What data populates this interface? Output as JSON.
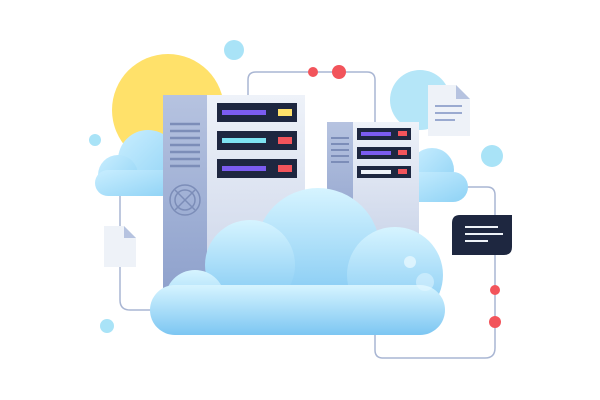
{
  "illustration": {
    "subject": "cloud-server-storage",
    "colors": {
      "sun": "#FFE16A",
      "bubble": "#A9E3F7",
      "cloud_light": "#D4F3FF",
      "cloud_dark": "#7DC8F2",
      "server_light": "#E3E9F4",
      "server_side": "#A7B6D6",
      "panel": "#1E2740",
      "bar_purple": "#7B5CF0",
      "bar_cyan": "#7EE3F2",
      "led_yellow": "#FFE16A",
      "led_red": "#F2545B",
      "connector": "#A9B6D3",
      "dot_red": "#F2545B",
      "document": "#EEF2F8",
      "chat": "#1E2740"
    },
    "icons": [
      "sun",
      "cloud",
      "server-rack",
      "document-icon",
      "chat-bubble-icon",
      "fan-icon"
    ]
  }
}
